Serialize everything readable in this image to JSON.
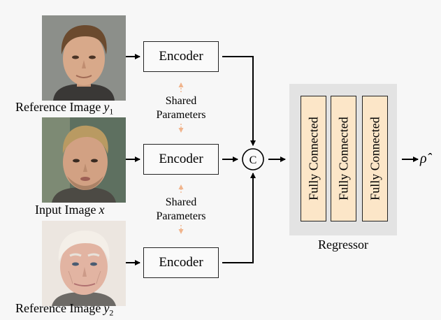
{
  "inputs": [
    {
      "caption": "Reference Image",
      "variable": "y",
      "subscript": "1",
      "face": "young man, brown hair, slight smile"
    },
    {
      "caption": "Input Image",
      "variable": "x",
      "subscript": "",
      "face": "young man, blond hair, stubble"
    },
    {
      "caption": "Reference Image",
      "variable": "y",
      "subscript": "2",
      "face": "elderly man, white hair"
    }
  ],
  "encoder_label": "Encoder",
  "shared": {
    "line1": "Shared",
    "line2": "Parameters"
  },
  "concat_symbol": "C",
  "fc_label": "Fully Connected",
  "regressor_label": "Regressor",
  "output_symbol": "ρ̂",
  "colors": {
    "background": "#f7f7f7",
    "fc_fill": "#fce6c8",
    "regressor_bg": "#e3e3e3",
    "shared_arrow": "#f0b48c",
    "line": "#000000"
  }
}
